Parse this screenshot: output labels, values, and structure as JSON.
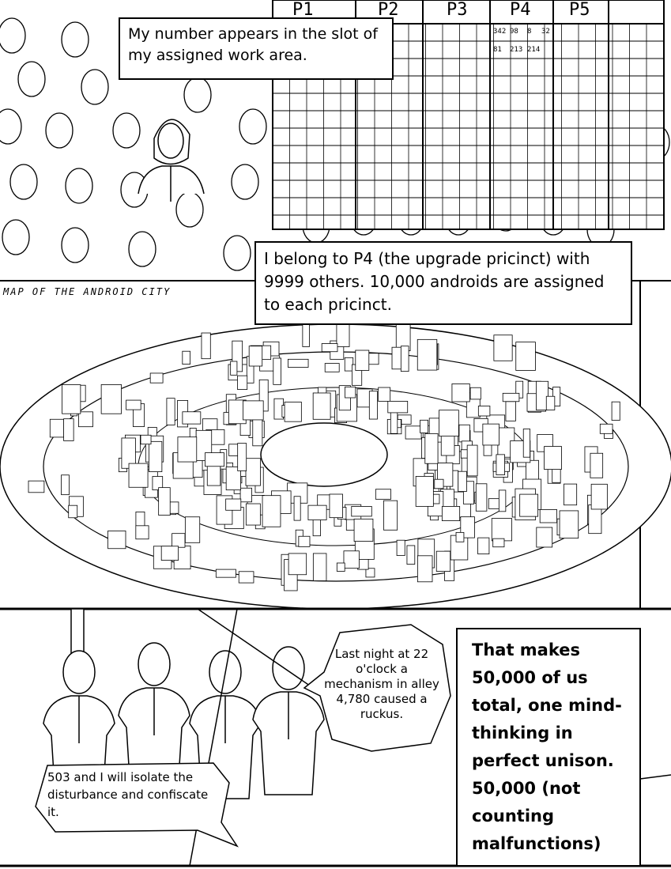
{
  "panel1": {
    "caption": "My number appears in the slot of my assigned work area.",
    "board": {
      "headers": [
        "P1",
        "P2",
        "P3",
        "P4",
        "P5"
      ],
      "p4_numbers": [
        [
          "342",
          "98",
          "8",
          "32"
        ],
        [
          "81",
          "213",
          "214"
        ]
      ]
    }
  },
  "panel2": {
    "caption": "I belong to P4 (the upgrade pricinct) with 9999 others.  10,000 androids are assigned to each pricinct.",
    "map_label": "MAP OF THE ANDROID CITY"
  },
  "panel3": {
    "bubble_right": "Last night at 22 o'clock a mechanism in alley 4,780 caused a ruckus.",
    "bubble_left": "503 and I will isolate the disturbance and confiscate it.",
    "caption_lines": [
      "That makes",
      "50,000 of us",
      "total, one mind-",
      "thinking in",
      "perfect unison.",
      "50,000 (not",
      "counting",
      "malfunctions)"
    ]
  }
}
